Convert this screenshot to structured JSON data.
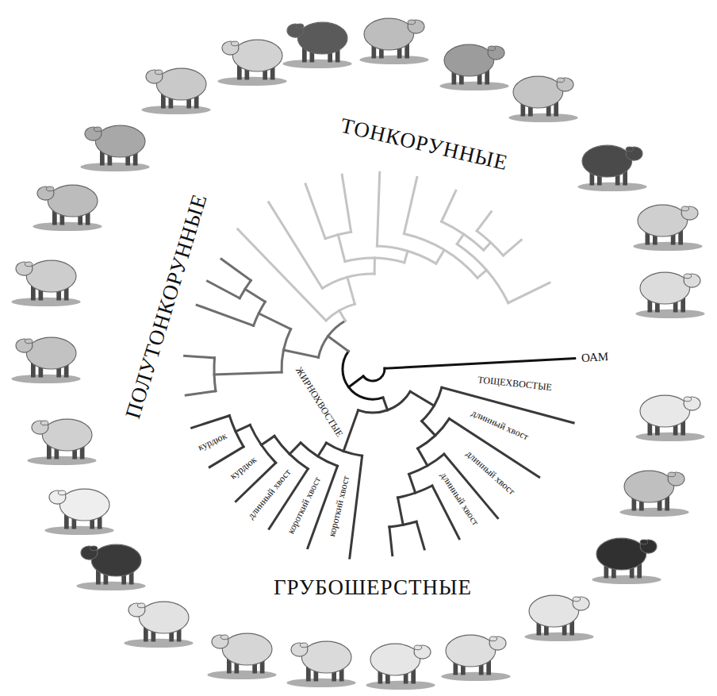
{
  "diagram": {
    "labels": [
      "ТОНКОРУННЫЕ",
      "ПОЛУТОНКОРУННЫЕ",
      "ОАМ",
      "ТОЩЕХВОСТЫЕ",
      "длинный хвост",
      "длинный хвост",
      "длинный хвост",
      "ЖИРНОХВОСТЫЕ",
      "короткий хвост",
      "короткий хвост",
      "длинный хвост",
      "курдюк",
      "курдюк",
      "ГРУБОШЕРСТНЫЕ"
    ]
  }
}
